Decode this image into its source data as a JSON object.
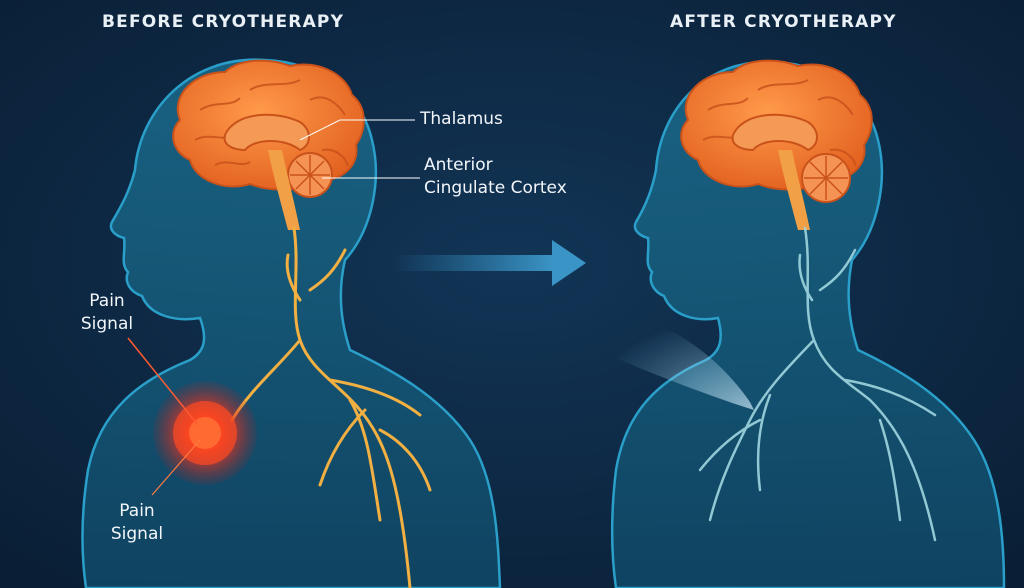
{
  "headings": {
    "before": "BEFORE CRYOTHERAPY",
    "after": "AFTER CRYOTHERAPY"
  },
  "labels": {
    "thalamus": "Thalamus",
    "acc_line1": "Anterior",
    "acc_line2": "Cingulate Cortex",
    "pain_upper_line1": "Pain",
    "pain_upper_line2": "Signal",
    "pain_lower_line1": "Pain",
    "pain_lower_line2": "Signal"
  },
  "colors": {
    "background": "#0d2540",
    "body_fill": "#14506e",
    "body_outline": "#2a9fc9",
    "brain": "#f07a32",
    "nerve_active": "#f2b042",
    "nerve_cooled": "#9fd6e0",
    "pain_core": "#ff4a22",
    "arrow": "#2f87b8"
  },
  "icons": {
    "arrow": "right-arrow-icon",
    "pain": "pain-signal-icon",
    "spray": "cold-spray-icon"
  }
}
